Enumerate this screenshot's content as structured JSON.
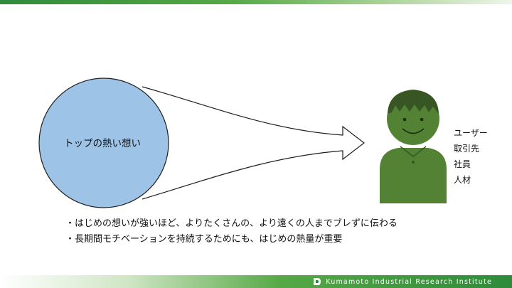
{
  "circle": {
    "label": "トップの熱い想い",
    "fill": "#9dc3e6",
    "stroke": "#1f1f1f"
  },
  "person": {
    "color": "#548235",
    "dark": "#375623"
  },
  "roles": [
    "ユーザー",
    "取引先",
    "社員",
    "人材"
  ],
  "bullets": [
    "・はじめの想いが強いほど、よりたくさんの、より遠くの人までブレずに伝わる",
    "・長期間モチベーションを持続するためにも、はじめの熱量が重要"
  ],
  "footer": {
    "org": "Kumamoto Industrial Research Institute"
  },
  "colors": {
    "accent": "#2e8b3a"
  }
}
